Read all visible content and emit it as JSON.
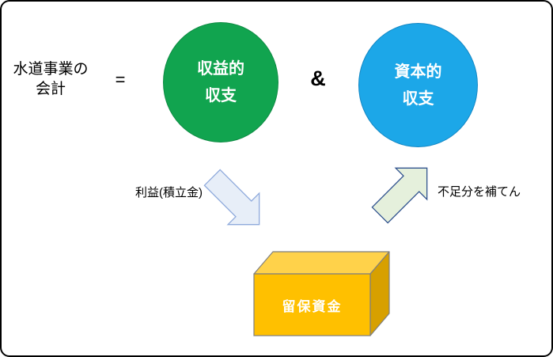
{
  "canvas": {
    "background": "#ffffff",
    "border_color": "#000000"
  },
  "main_title": {
    "line1": "水道事業の",
    "line2": "会計"
  },
  "operators": {
    "equals": "=",
    "ampersand": "&"
  },
  "circles": [
    {
      "name": "revenue-balance",
      "line1": "収益的",
      "line2": "収支",
      "fill": "#11A44F",
      "border": "#0E8C44",
      "text_color": "#FFFFFF"
    },
    {
      "name": "capital-balance",
      "line1": "資本的",
      "line2": "収支",
      "fill": "#1CA7E8",
      "border": "#1387C4",
      "text_color": "#FFFFFF"
    }
  ],
  "arrows": [
    {
      "name": "profit-to-reserve",
      "direction": "down-right",
      "label": "利益(積立金)",
      "fill": "#E7EEF8",
      "stroke": "#8FAADC"
    },
    {
      "name": "reserve-to-capital",
      "direction": "up-right",
      "label": "不足分を補てん",
      "fill": "#E5F0DC",
      "stroke": "#31538F"
    }
  ],
  "reserve_box": {
    "label": "留保資金",
    "front_fill": "#FFC000",
    "top_fill": "#FFD24A",
    "side_fill": "#D7A000",
    "stroke": "#7F7F7F",
    "text_color": "#FFFFFF"
  }
}
